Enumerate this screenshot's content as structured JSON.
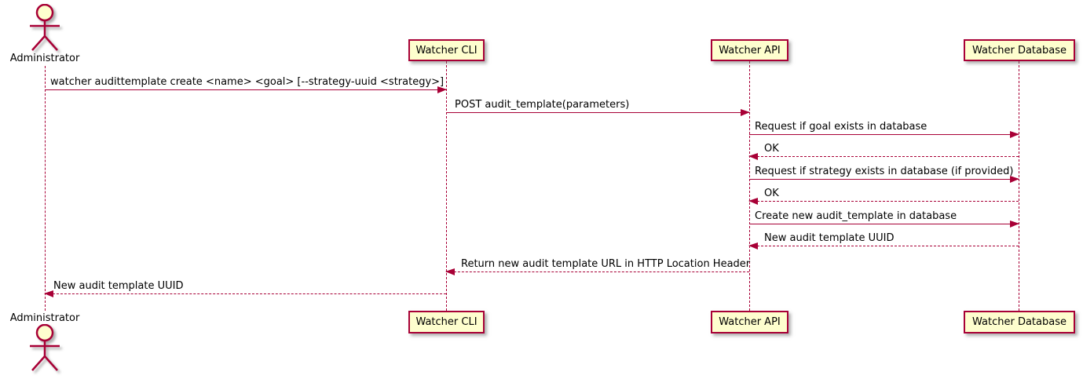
{
  "diagram_type": "uml-sequence-diagram",
  "colors": {
    "background": "#FFFFFF",
    "participant_fill": "#FEFECE",
    "stroke": "#A80036",
    "text": "#000000"
  },
  "participants": [
    {
      "label": "Administrator",
      "kind": "actor"
    },
    {
      "label": "Watcher CLI",
      "kind": "participant"
    },
    {
      "label": "Watcher API",
      "kind": "participant"
    },
    {
      "label": "Watcher Database",
      "kind": "participant"
    }
  ],
  "messages": [
    {
      "from": "Administrator",
      "to": "Watcher CLI",
      "text": "watcher audittemplate create <name> <goal> [--strategy-uuid <strategy>]",
      "line": "solid",
      "direction": "right"
    },
    {
      "from": "Watcher CLI",
      "to": "Watcher API",
      "text": "POST audit_template(parameters)",
      "line": "solid",
      "direction": "right"
    },
    {
      "from": "Watcher API",
      "to": "Watcher Database",
      "text": "Request if goal exists in database",
      "line": "solid",
      "direction": "right"
    },
    {
      "from": "Watcher Database",
      "to": "Watcher API",
      "text": "OK",
      "line": "dashed",
      "direction": "left"
    },
    {
      "from": "Watcher API",
      "to": "Watcher Database",
      "text": "Request if strategy exists in database (if provided)",
      "line": "solid",
      "direction": "right"
    },
    {
      "from": "Watcher Database",
      "to": "Watcher API",
      "text": "OK",
      "line": "dashed",
      "direction": "left"
    },
    {
      "from": "Watcher API",
      "to": "Watcher Database",
      "text": "Create new audit_template in database",
      "line": "solid",
      "direction": "right"
    },
    {
      "from": "Watcher Database",
      "to": "Watcher API",
      "text": "New audit template UUID",
      "line": "dashed",
      "direction": "left"
    },
    {
      "from": "Watcher API",
      "to": "Watcher CLI",
      "text": "Return new audit template URL in HTTP Location Header",
      "line": "dashed",
      "direction": "left"
    },
    {
      "from": "Watcher CLI",
      "to": "Administrator",
      "text": "New audit template UUID",
      "line": "dashed",
      "direction": "left"
    }
  ]
}
